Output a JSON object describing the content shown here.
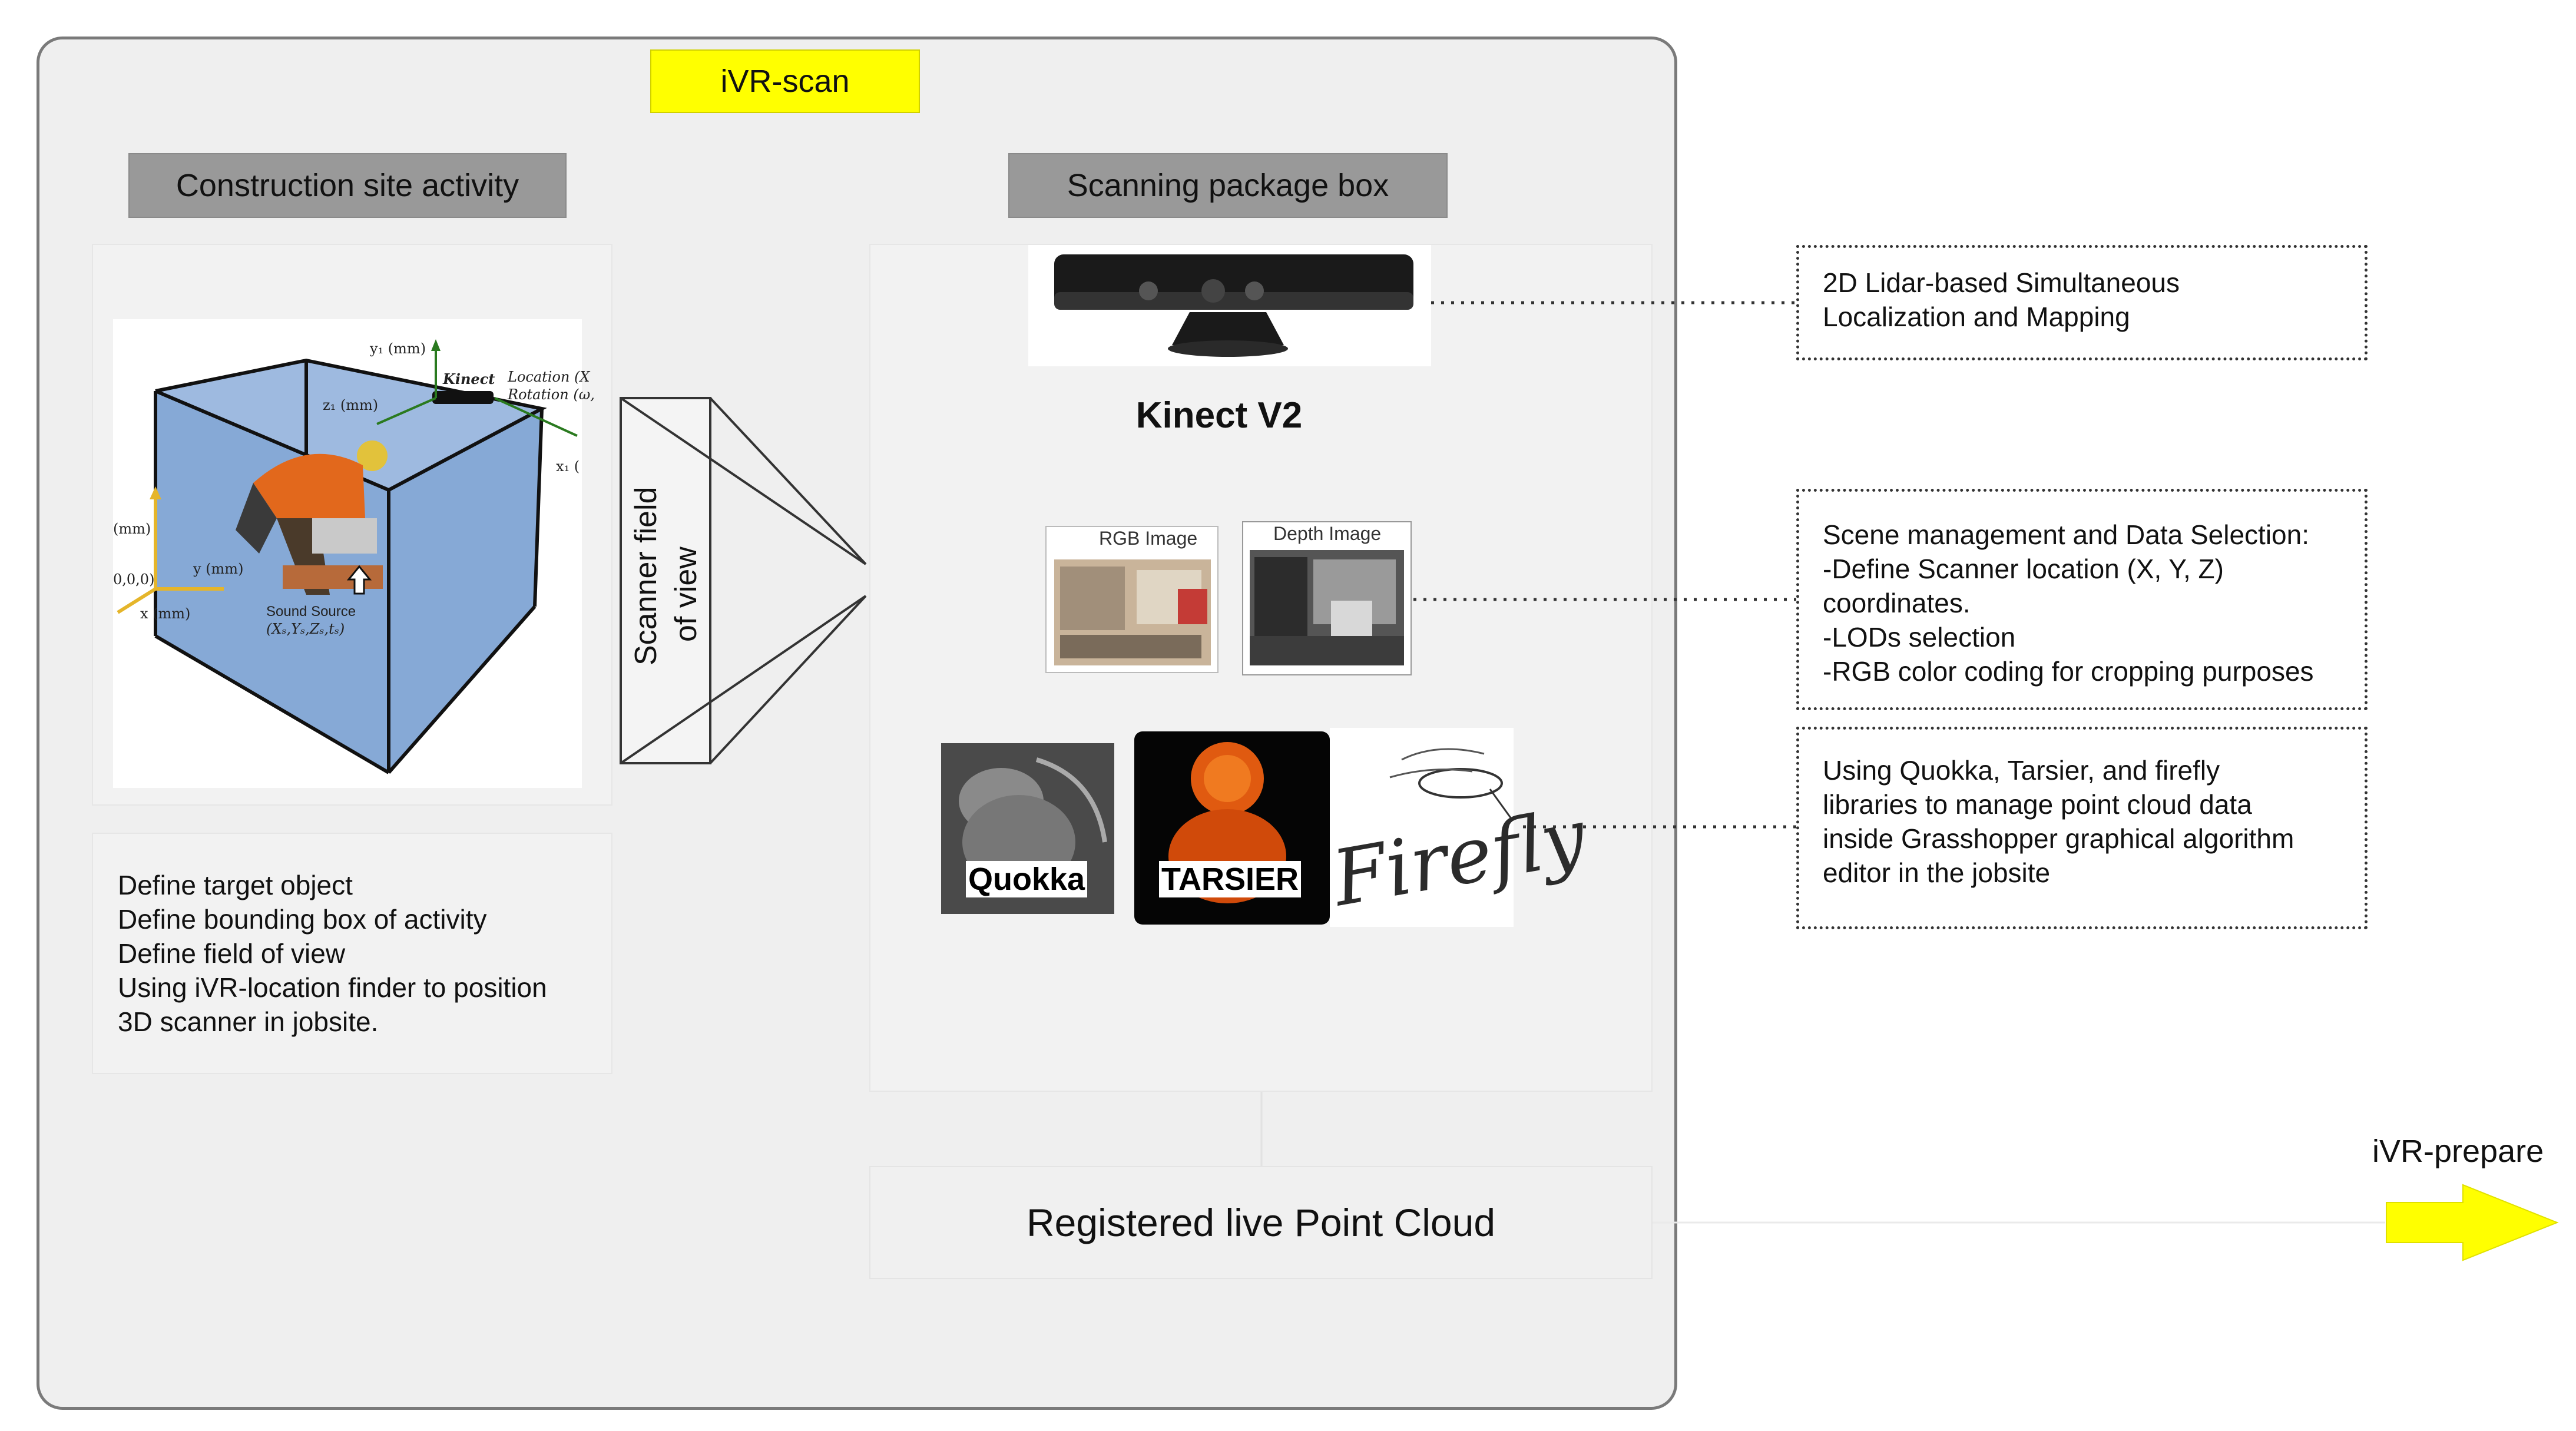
{
  "title": "iVR-scan",
  "sections": {
    "activity_header": "Construction site activity",
    "scanning_header": "Scanning package box"
  },
  "activity_steps": [
    "Define target object",
    "Define bounding box of activity",
    "Define field of view",
    "Using iVR-location finder to position",
    "3D scanner in jobsite."
  ],
  "scanner_fov_label": [
    "Scanner field",
    "of view"
  ],
  "device": {
    "name": "Kinect V2",
    "rgb_label": "RGB Image",
    "depth_label": "Depth Image"
  },
  "libraries": {
    "quokka": "Quokka",
    "tarsier": "TARSIER",
    "firefly": "Firefly"
  },
  "output": "Registered live Point Cloud",
  "next_step": "iVR-prepare",
  "notes": {
    "slam": [
      "2D Lidar-based Simultaneous",
      "Localization and Mapping"
    ],
    "scene": [
      "Scene management and Data Selection:",
      "-Define Scanner location (X, Y, Z)",
      "coordinates.",
      "-LODs selection",
      "-RGB color coding for cropping purposes"
    ],
    "libs": [
      "Using Quokka, Tarsier, and firefly",
      "libraries to manage point cloud data",
      "inside Grasshopper graphical algorithm",
      "editor in the jobsite"
    ]
  },
  "figure_text": {
    "y1": "y₁ (mm)",
    "z1": "z₁ (mm)",
    "x1": "x₁ (",
    "kinect": "Kinect",
    "location": "Location (X",
    "rotation": "Rotation (ω,",
    "mm": "(mm)",
    "origin": "0,0,0)",
    "y": "y (mm)",
    "x": "x (mm)",
    "sound_source": "Sound Source",
    "sound_coords": "(Xₛ,Yₛ,Zₛ,tₛ)"
  },
  "colors": {
    "title_bg": "#ffff00",
    "header_bg": "#999999",
    "frame_bg": "#efefef",
    "arrow": "#ffff00"
  }
}
